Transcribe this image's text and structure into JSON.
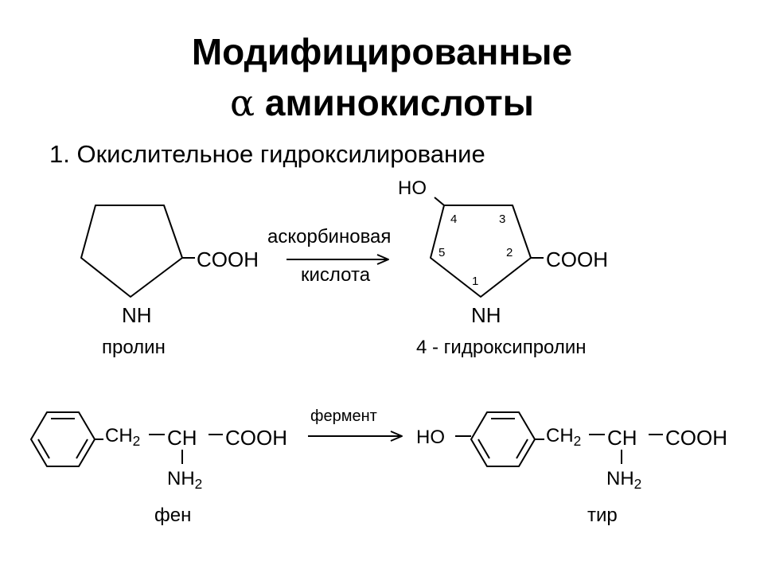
{
  "title": {
    "line1": "Модифицированные",
    "alpha": "α",
    "line2": "аминокислоты"
  },
  "subtitle": "1. Окислительное гидроксилирование",
  "reaction1": {
    "reactant": {
      "substituent": "COOH",
      "nh": "NH",
      "name": "пролин"
    },
    "arrow_top": "аскорбиновая",
    "arrow_bottom": "кислота",
    "product": {
      "ho": "HO",
      "substituent": "COOH",
      "nh": "NH",
      "name": "4 - гидроксипролин",
      "ring_numbers": [
        "1",
        "2",
        "3",
        "4",
        "5"
      ]
    }
  },
  "reaction2": {
    "arrow_top": "фермент",
    "reactant": {
      "ch2": "CH",
      "ch2_sub": "2",
      "ch": "CH",
      "cooh": "COOH",
      "nh2": "NH",
      "nh2_sub": "2",
      "name": "фен"
    },
    "product": {
      "ho": "HO",
      "ch2": "CH",
      "ch2_sub": "2",
      "ch": "CH",
      "cooh": "COOH",
      "nh2": "NH",
      "nh2_sub": "2",
      "name": "тир"
    }
  }
}
